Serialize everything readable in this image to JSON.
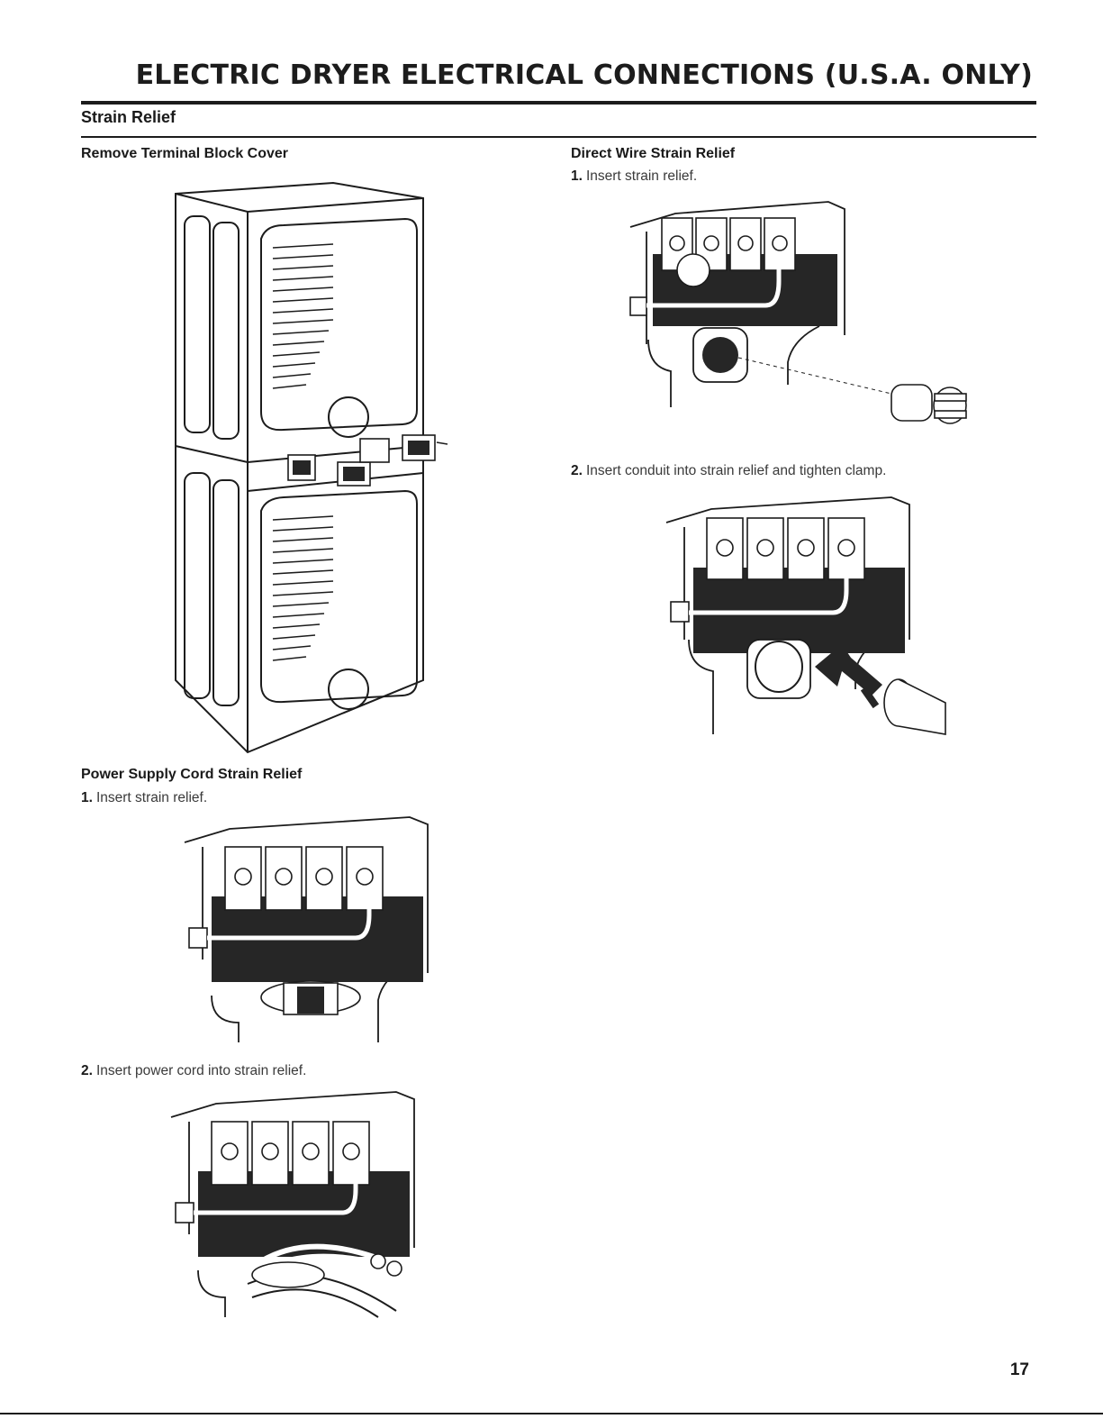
{
  "header": {
    "title": "ELECTRIC DRYER ELECTRICAL CONNECTIONS (U.S.A. ONLY)"
  },
  "section": {
    "title": "Strain Relief"
  },
  "left": {
    "remove_cover": {
      "heading": "Remove Terminal Block Cover"
    },
    "power_cord": {
      "heading": "Power Supply Cord Strain Relief",
      "steps": [
        {
          "num": "1.",
          "text": "Insert strain relief."
        },
        {
          "num": "2.",
          "text": "Insert power cord into strain relief."
        }
      ]
    }
  },
  "right": {
    "direct_wire": {
      "heading": "Direct Wire Strain Relief",
      "steps": [
        {
          "num": "1.",
          "text": "Insert strain relief."
        },
        {
          "num": "2.",
          "text": "Insert conduit into strain relief and tighten clamp."
        }
      ]
    }
  },
  "footer": {
    "page_number": "17"
  },
  "colors": {
    "ink": "#1c1c1c",
    "panel_dark": "#262626",
    "paper": "#ffffff"
  }
}
